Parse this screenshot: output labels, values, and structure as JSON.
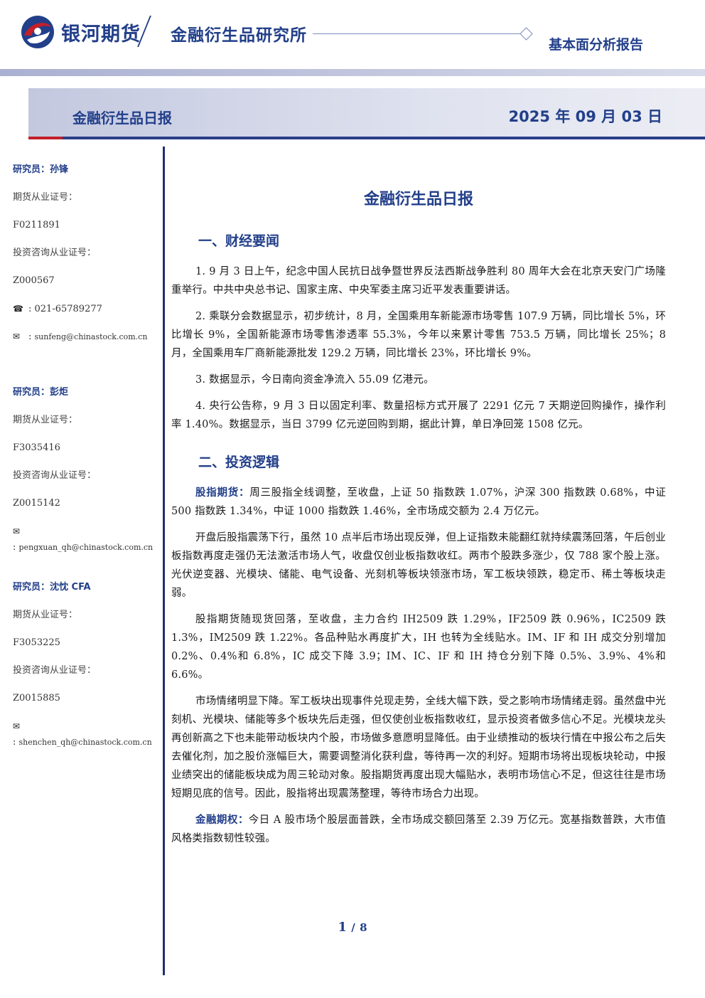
{
  "header": {
    "brand_name": "银河期货",
    "brand_sub": "金融衍生品研究所",
    "report_type": "基本面分析报告"
  },
  "title_bar": {
    "left": "金融衍生品日报",
    "date": "2025 年 09 月 03 日"
  },
  "sidebar": {
    "analysts": [
      {
        "name_label": "研究员：",
        "name": "孙锋",
        "futures_cert_label": "期货从业证号：",
        "futures_cert": "F0211891",
        "invest_cert_label": "投资咨询从业证号：",
        "invest_cert": "Z000567",
        "phone": "021-65789277",
        "email": "sunfeng@chinastock.com.cn"
      },
      {
        "name_label": "研究员：",
        "name": "彭炬",
        "futures_cert_label": "期货从业证号：",
        "futures_cert": "F3035416",
        "invest_cert_label": "投资咨询从业证号：",
        "invest_cert": "Z0015142",
        "email": "pengxuan_qh@chinastock.com.cn"
      },
      {
        "name_label": "研究员：",
        "name": "沈忱 CFA",
        "futures_cert_label": "期货从业证号：",
        "futures_cert": "F3053225",
        "invest_cert_label": "投资咨询从业证号：",
        "invest_cert": "Z0015885",
        "email": "shenchen_qh@chinastock.com.cn"
      }
    ]
  },
  "main": {
    "title": "金融衍生品日报",
    "section1": {
      "heading": "一、财经要闻",
      "items": [
        "1. 9 月 3 日上午，纪念中国人民抗日战争暨世界反法西斯战争胜利 80 周年大会在北京天安门广场隆重举行。中共中央总书记、国家主席、中央军委主席习近平发表重要讲话。",
        "2. 乘联分会数据显示，初步统计，8 月，全国乘用车新能源市场零售 107.9 万辆，同比增长 5%，环比增长 9%，全国新能源市场零售渗透率 55.3%，今年以来累计零售 753.5 万辆，同比增长 25%；8 月，全国乘用车厂商新能源批发 129.2 万辆，同比增长 23%，环比增长 9%。",
        "3. 数据显示，今日南向资金净流入 55.09 亿港元。",
        "4. 央行公告称，9 月 3 日以固定利率、数量招标方式开展了 2291 亿元 7 天期逆回购操作，操作利率 1.40%。数据显示，当日 3799 亿元逆回购到期，据此计算，单日净回笼 1508 亿元。"
      ]
    },
    "section2": {
      "heading": "二、投资逻辑",
      "p1_lead": "股指期货：",
      "p1": "周三股指全线调整，至收盘，上证 50 指数跌 1.07%，沪深 300 指数跌 0.68%，中证 500 指数跌 1.34%，中证 1000 指数跌 1.46%，全市场成交额为 2.4 万亿元。",
      "p2": "开盘后股指震荡下行，虽然 10 点半后市场出现反弹，但上证指数未能翻红就持续震荡回落，午后创业板指数再度走强仍无法激活市场人气，收盘仅创业板指数收红。两市个股跌多涨少，仅 788 家个股上涨。光伏逆变器、光模块、储能、电气设备、光刻机等板块领涨市场，军工板块领跌，稳定币、稀土等板块走弱。",
      "p3": "股指期货随现货回落，至收盘，主力合约 IH2509 跌 1.29%，IF2509 跌 0.96%，IC2509 跌 1.3%，IM2509 跌 1.22%。各品种贴水再度扩大，IH 也转为全线贴水。IM、IF 和 IH 成交分别增加 0.2%、0.4%和 6.8%，IC 成交下降 3.9；IM、IC、IF 和 IH 持仓分别下降 0.5%、3.9%、4%和 6.6%。",
      "p4": "市场情绪明显下降。军工板块出现事件兑现走势，全线大幅下跌，受之影响市场情绪走弱。虽然盘中光刻机、光模块、储能等多个板块先后走强，但仅使创业板指数收红，显示投资者做多信心不足。光模块龙头再创新高之下也未能带动板块内个股，市场做多意愿明显降低。由于业绩推动的板块行情在中报公布之后失去催化剂，加之股价涨幅巨大，需要调整消化获利盘，等待再一次的利好。短期市场将出现板块轮动，中报业绩突出的储能板块成为周三轮动对象。股指期货再度出现大幅贴水，表明市场信心不足，但这往往是市场短期见底的信号。因此，股指将出现震荡整理，等待市场合力出现。",
      "p5_lead": "金融期权：",
      "p5": "今日 A 股市场个股层面普跌，全市场成交额回落至 2.39 万亿元。宽基指数普跌，大市值风格类指数韧性较强。"
    }
  },
  "footer": {
    "page": "1",
    "separator": "/",
    "total": "8"
  },
  "colors": {
    "brand_blue": "#223f8a",
    "brand_red": "#c41f2a"
  },
  "icons": [
    "galaxy-logo-icon",
    "phone-icon",
    "email-icon"
  ]
}
